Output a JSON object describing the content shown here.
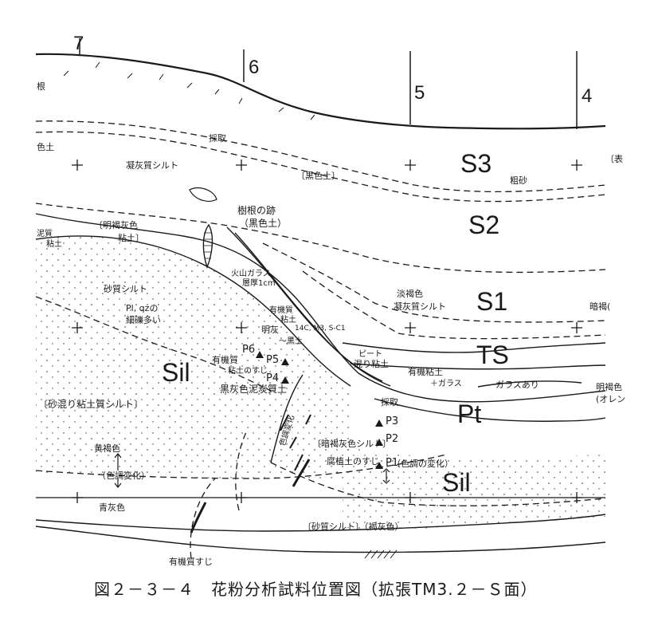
{
  "caption": "図２－３－４　花粉分析試料位置図（拡張TM3.２－Ｓ面）",
  "section_markers": [
    "7",
    "6",
    "5",
    "4"
  ],
  "layer_codes": {
    "s3": "S3",
    "s2": "S2",
    "s1": "S1",
    "ts": "TS",
    "pt": "Pt",
    "sil_left": "Sil",
    "sil_bottom": "Sil"
  },
  "samples": [
    "P1",
    "P2",
    "P3",
    "P4",
    "P5",
    "P6"
  ],
  "labels": {
    "ne": "根",
    "iro_do": "色土",
    "saishu_top": "採取",
    "saishu_mid": "採取",
    "hyo": "〔表",
    "sosa": "粗砂",
    "gyoukai_silt": "凝灰質シルト",
    "kokushoku_do": "〔黒色土〕",
    "jukon_1": "樹根の跡",
    "jukon_2": "（黒色土）",
    "meikatsu_1": "〔明褐灰色",
    "meikatsu_2": "粘土〕",
    "shitsu_nendo_1": "泥質",
    "shitsu_nendo_2": "粘土",
    "kazan_glass_1": "火山ガラス",
    "kazan_glass_2": "層厚1cm",
    "sashitsu_silt": "砂質シルト",
    "plqz_1": "Pl, qzの",
    "plqz_2": "細礫多い",
    "yuki_nendo_1": "有機質",
    "yuki_nendo_2": "粘土",
    "meikai_1": "明灰",
    "meikai_2": "～黒土",
    "c14": "14C, M3, S-C1",
    "shokatsu_1": "淡褐色",
    "shokatsu_2": "凝灰質シルト",
    "ankatsu": "暗褐(",
    "yuki_p6_1": "有機質",
    "yuki_p6_2": "粘土のすじ",
    "peat_1": "ピート",
    "peat_2": "混り粘土",
    "yuki_nendo_r": "有機粘土",
    "glass_plus": "＋ガラス",
    "glass_ari": "ガラスあり",
    "meikatsu_r_1": "明褐色",
    "meikatsu_r_2": "(オレン",
    "kokukai_deitan": "黒灰色泥炭質土",
    "suna_mazari": "〔砂混り粘土質シルト〕",
    "shikicho_v": "色調変化",
    "ankatsukai_silt": "〔暗褐灰色シルト〕",
    "fushoku": "腐植土のすじ",
    "shikicho_paren": "（色調の変化）",
    "kokatsu": "黄褐色",
    "shikicho_left": "（色調変化）",
    "seikai": "青灰色",
    "sashitsu_bottom": "〔砂質シルト〕（褐灰色）",
    "yuki_suji": "有機質すじ"
  },
  "colors": {
    "ink": "#1a1a1a",
    "paper": "#ffffff"
  }
}
